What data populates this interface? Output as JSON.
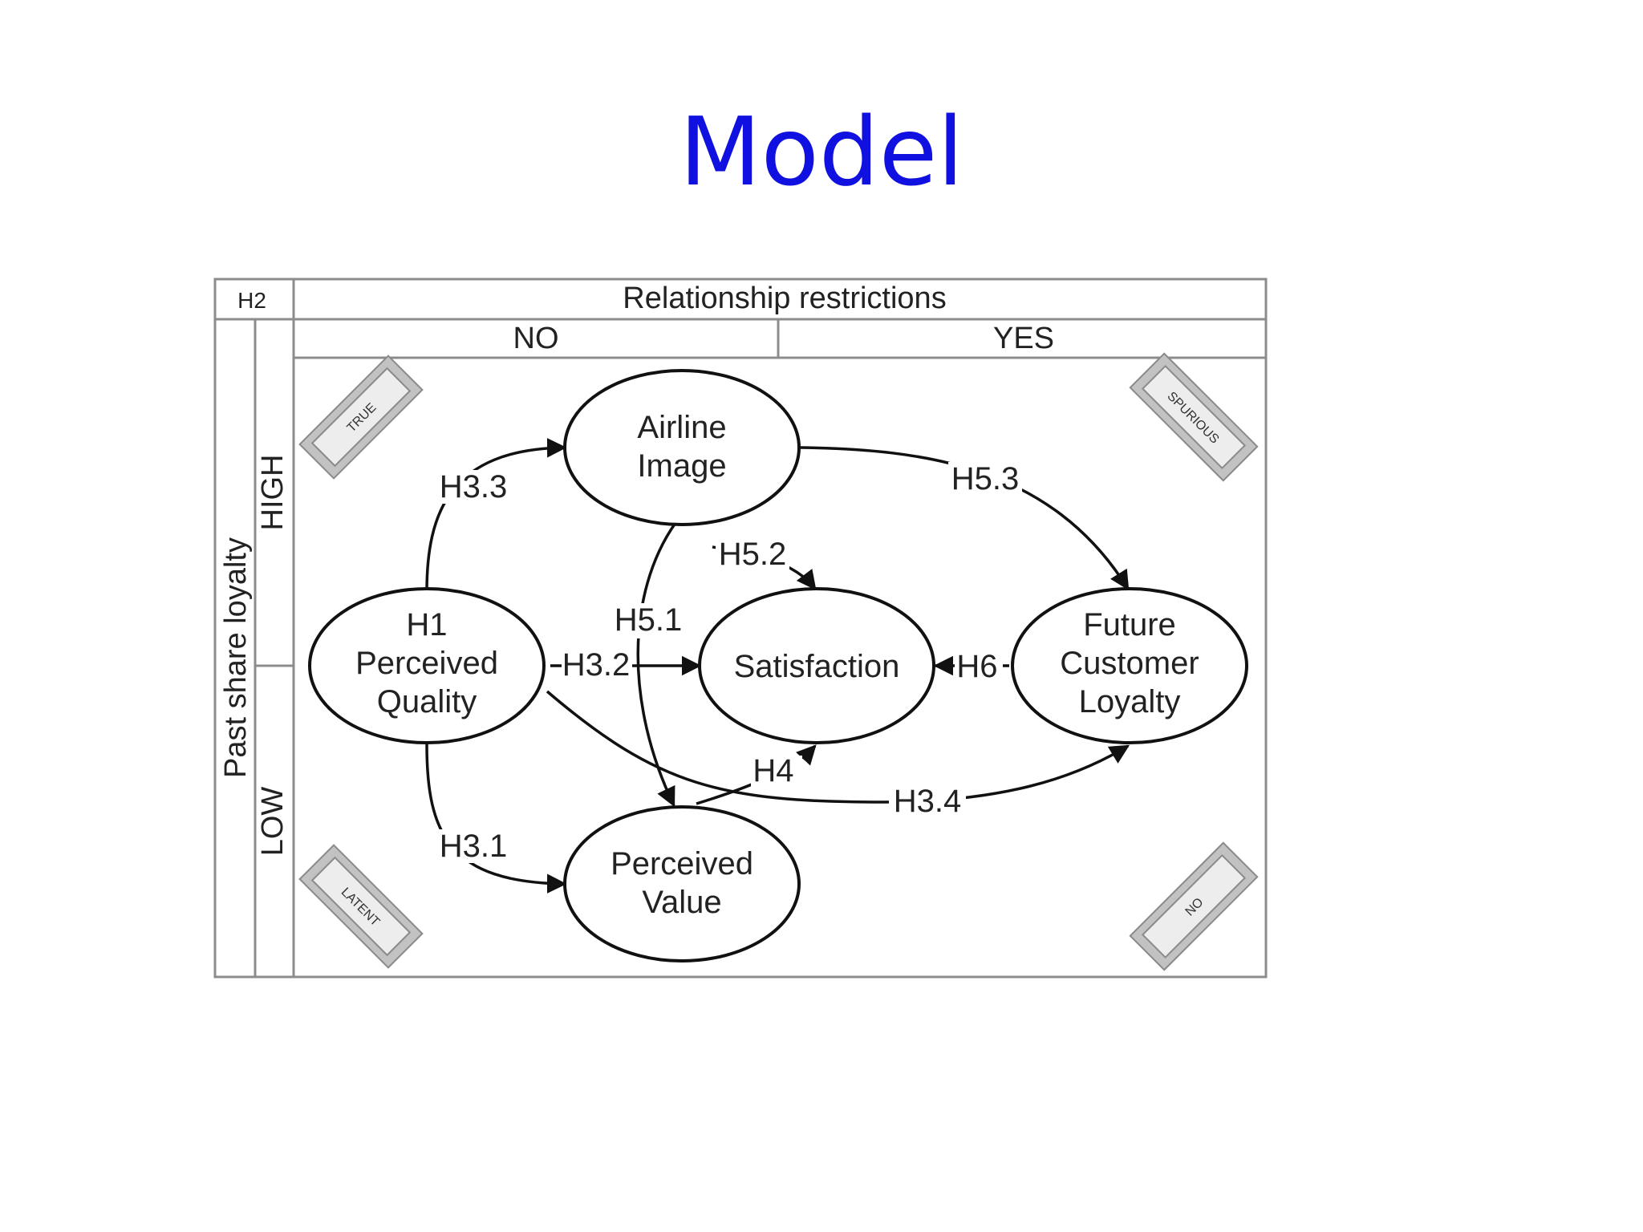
{
  "slide": {
    "title": "Model"
  },
  "table_header": {
    "corner": "H2",
    "columns_title": "Relationship restrictions",
    "col_no": "NO",
    "col_yes": "YES",
    "rows_title": "Past share loyalty",
    "row_high": "HIGH",
    "row_low": "LOW"
  },
  "quadrants": {
    "top_left": "TRUE",
    "top_right": "SPURIOUS",
    "bottom_left": "LATENT",
    "bottom_right": "NO"
  },
  "nodes": {
    "perceived_quality": [
      "H1",
      "Perceived",
      "Quality"
    ],
    "airline_image": [
      "Airline",
      "Image"
    ],
    "satisfaction": [
      "Satisfaction"
    ],
    "perceived_value": [
      "Perceived",
      "Value"
    ],
    "future_loyalty": [
      "Future",
      "Customer",
      "Loyalty"
    ]
  },
  "edges": {
    "h3_3": "H3.3",
    "h3_2": "H3.2",
    "h3_1": "H3.1",
    "h5_1": "H5.1",
    "h5_2": "H5.2",
    "h5_3": "H5.3",
    "h4": "H4",
    "h6": "H6",
    "h3_4": "H3.4"
  }
}
